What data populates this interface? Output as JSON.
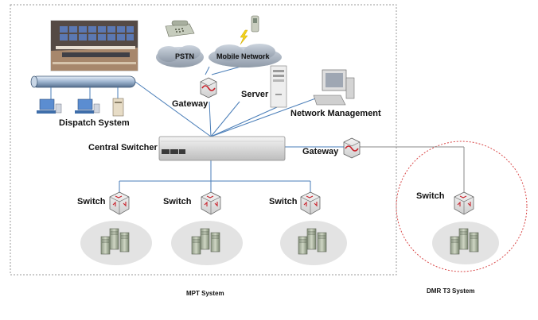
{
  "diagram": {
    "labels": {
      "pstn": "PSTN",
      "mobile_network": "Mobile Network",
      "gateway_top": "Gateway",
      "server": "Server",
      "network_management": "Network Management",
      "dispatch_system": "Dispatch System",
      "central_switcher": "Central Switcher",
      "gateway_right": "Gateway",
      "switch_1": "Switch",
      "switch_2": "Switch",
      "switch_3": "Switch",
      "switch_dmr": "Switch",
      "mpt_system": "MPT System",
      "dmr_system": "DMR T3 System"
    },
    "colors": {
      "cloud": "#a9b4c2",
      "link": "#4a7eb8",
      "boundary_mpt": "#9a9a9a",
      "boundary_dmr": "#d94848",
      "pod": "#e3e3e3",
      "router_mark": "#c8202a"
    }
  }
}
